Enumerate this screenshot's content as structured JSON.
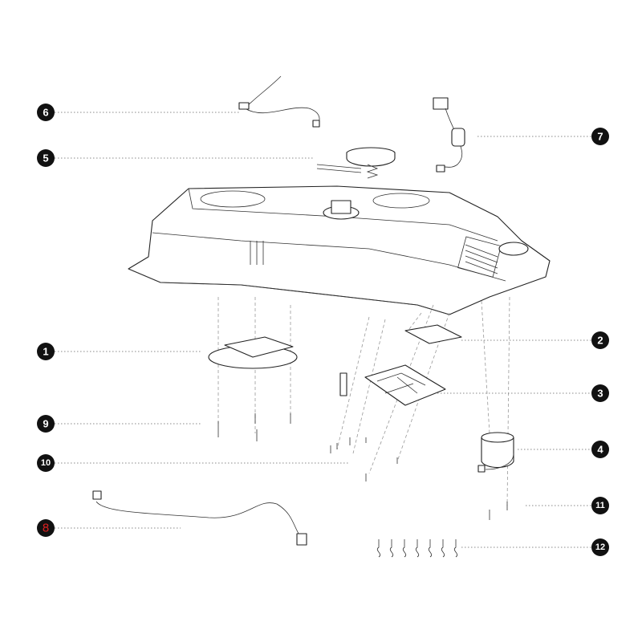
{
  "callouts": [
    {
      "id": "6",
      "label": "6",
      "side": "left"
    },
    {
      "id": "5",
      "label": "5",
      "side": "left"
    },
    {
      "id": "7",
      "label": "7",
      "side": "right"
    },
    {
      "id": "1",
      "label": "1",
      "side": "left"
    },
    {
      "id": "2",
      "label": "2",
      "side": "right"
    },
    {
      "id": "3",
      "label": "3",
      "side": "right"
    },
    {
      "id": "9",
      "label": "9",
      "side": "left"
    },
    {
      "id": "10",
      "label": "10",
      "side": "left"
    },
    {
      "id": "4",
      "label": "4",
      "side": "right"
    },
    {
      "id": "11",
      "label": "11",
      "side": "right"
    },
    {
      "id": "8",
      "label": "8",
      "side": "left",
      "highlighted": true
    },
    {
      "id": "12",
      "label": "12",
      "side": "right"
    }
  ],
  "colors": {
    "badge": "#111111",
    "badge_text": "#ffffff",
    "highlight_text": "#e02020"
  }
}
